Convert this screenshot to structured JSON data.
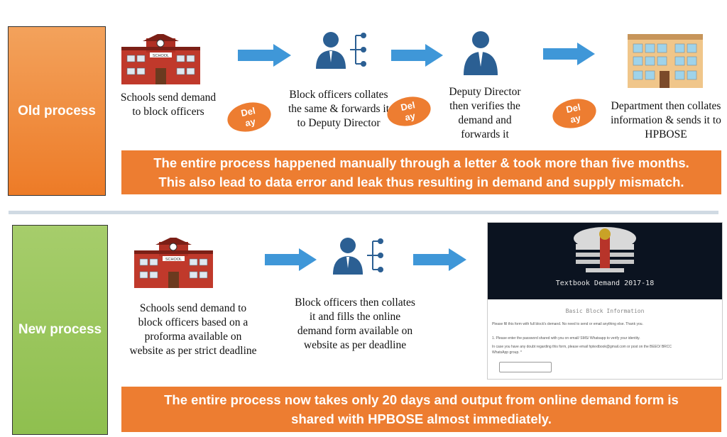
{
  "old_process": {
    "label": "Old process",
    "steps": [
      "Schools send demand to block officers",
      "Block officers collates the same & forwards it to Deputy Director",
      "Deputy Director then verifies the demand and forwards it",
      "Department then collates information & sends it to HPBOSE"
    ],
    "delay_line1": "Del",
    "delay_line2": "ay",
    "banner_line1": "The entire process happened manually through a letter & took more than five months.",
    "banner_line2": "This also lead to data error and leak thus resulting in demand and supply mismatch."
  },
  "new_process": {
    "label": "New process",
    "steps": [
      "Schools send demand to block officers based on a proforma available on website as per strict deadline",
      "Block officers then collates it and fills the online demand form available on website as per deadline"
    ],
    "banner_line1": "The entire process now takes only 20 days and output from online demand form is",
    "banner_line2": "shared with HPBOSE almost immediately."
  },
  "school_sign": "SCHOOL",
  "form": {
    "title": "Textbook Demand 2017-18",
    "section": "Basic Block Information",
    "note": "Please fill this form with full block's demand. No need to send or email anything else. Thank you.",
    "q1": "1. Please enter the password shared with you on email/ SMS/ Whatsapp to verify your identity.",
    "q2": "In case you have any doubt regarding this form, please email hptextbook@gmail.com or post on the BEEO/ BRCC",
    "q3": "WhatsApp group. *"
  },
  "colors": {
    "orange": "#ed7d31",
    "green": "#8fbf4f",
    "arrow": "#3f97d8",
    "icon": "#2b5f93"
  },
  "icons": [
    "school-building",
    "officer-network",
    "director-person",
    "department-building"
  ]
}
